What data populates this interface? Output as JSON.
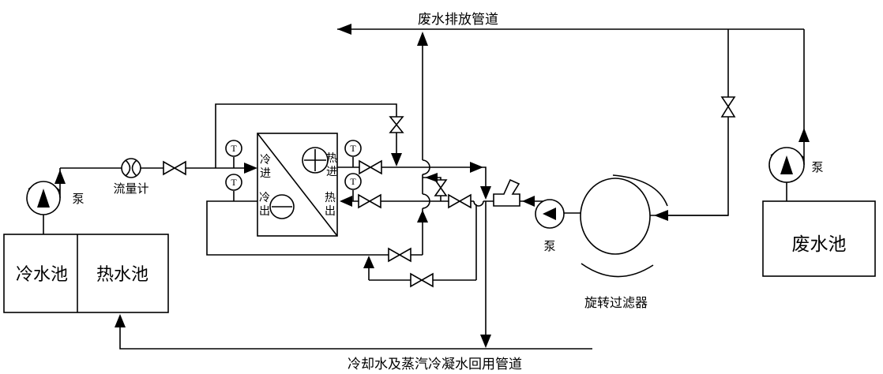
{
  "colors": {
    "line": "#000000",
    "background": "#ffffff"
  },
  "pipelines": {
    "waste_discharge_label": "废水排放管道",
    "reuse_label": "冷却水及蒸汽冷凝水回用管道"
  },
  "tanks": {
    "cold_pool": "冷水池",
    "hot_pool": "热水池",
    "waste_pool": "废水池"
  },
  "equipment": {
    "pump_left": "泵",
    "pump_middle": "泵",
    "pump_right": "泵",
    "flow_meter": "流量计",
    "rotary_filter": "旋转过滤器"
  },
  "heat_exchanger": {
    "cold_in": "冷进",
    "cold_out": "冷出",
    "hot_in": "热进",
    "hot_out": "热出",
    "temp_sensor": "T"
  }
}
